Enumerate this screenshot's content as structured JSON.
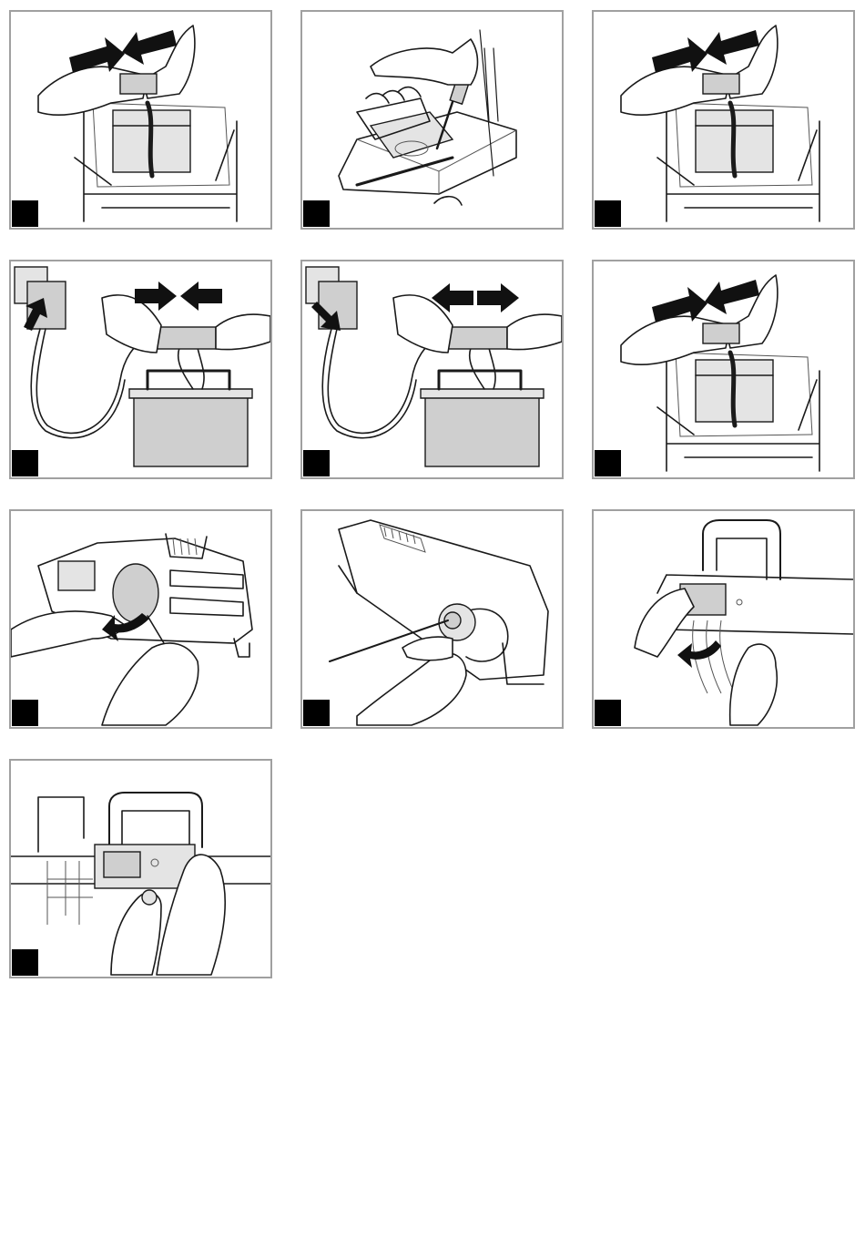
{
  "panels": [
    {
      "id": 1,
      "scene": "battery-connect",
      "arrows": "inward"
    },
    {
      "id": 2,
      "scene": "screwdriver-engine",
      "arrows": "none"
    },
    {
      "id": 3,
      "scene": "battery-connect",
      "arrows": "inward"
    },
    {
      "id": 4,
      "scene": "charger-battery",
      "arrows": "inward"
    },
    {
      "id": 5,
      "scene": "charger-battery",
      "arrows": "outward"
    },
    {
      "id": 6,
      "scene": "battery-connect",
      "arrows": "inward"
    },
    {
      "id": 7,
      "scene": "cover-remove",
      "arrows": "curved"
    },
    {
      "id": 8,
      "scene": "connector-pull",
      "arrows": "none"
    },
    {
      "id": 9,
      "scene": "socket-cover",
      "arrows": "curved"
    },
    {
      "id": 10,
      "scene": "plug-insert",
      "arrows": "none"
    }
  ],
  "colors": {
    "frame": "#a0a0a0",
    "badge": "#000000",
    "shade": "#cfcfcf",
    "ink": "#1a1a1a"
  }
}
